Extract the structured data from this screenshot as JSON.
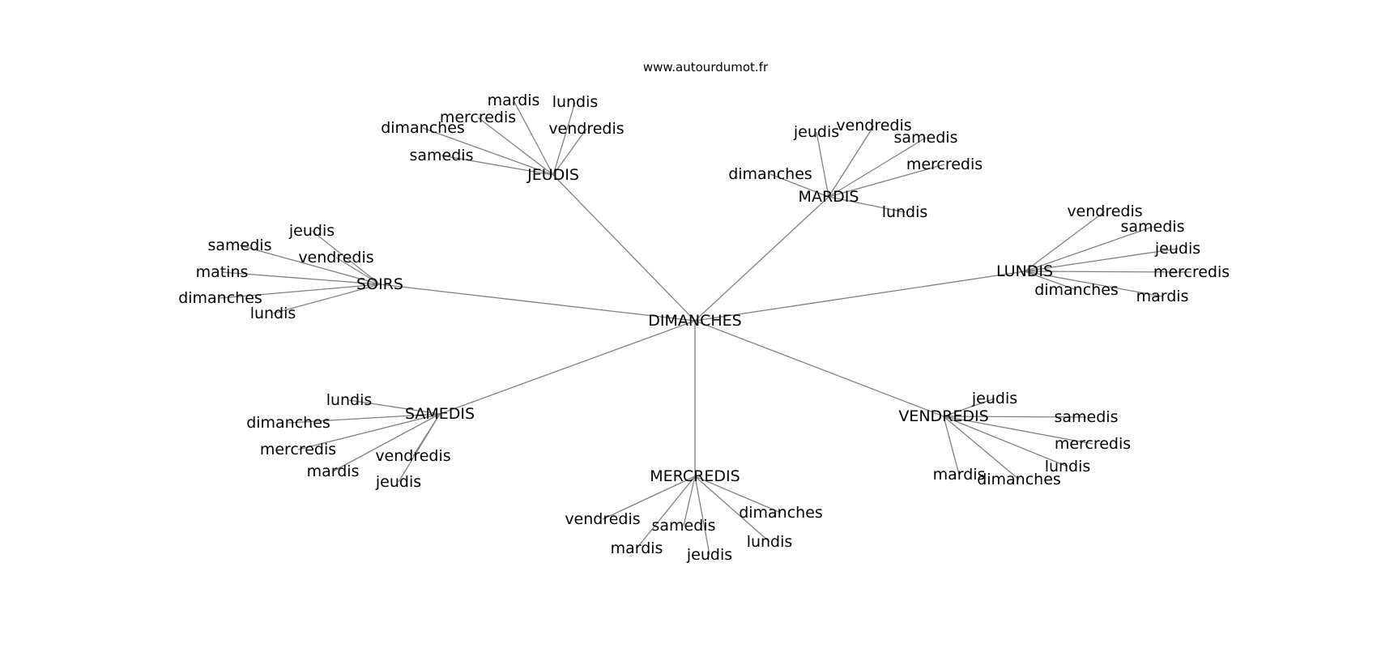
{
  "header": {
    "credit": "www.autourdumot.fr"
  },
  "graph": {
    "center": "DIMANCHES",
    "clusters": [
      {
        "id": "jeudis",
        "label": "JEUDIS",
        "leaves": [
          "samedis",
          "dimanches",
          "mercredis",
          "mardis",
          "lundis",
          "vendredis"
        ]
      },
      {
        "id": "mardis",
        "label": "MARDIS",
        "leaves": [
          "dimanches",
          "jeudis",
          "vendredis",
          "samedis",
          "mercredis",
          "lundis"
        ]
      },
      {
        "id": "soirs",
        "label": "SOIRS",
        "leaves": [
          "jeudis",
          "samedis",
          "vendredis",
          "matins",
          "dimanches",
          "lundis"
        ]
      },
      {
        "id": "lundis",
        "label": "LUNDIS",
        "leaves": [
          "vendredis",
          "samedis",
          "jeudis",
          "mercredis",
          "dimanches",
          "mardis"
        ]
      },
      {
        "id": "samedis",
        "label": "SAMEDIS",
        "leaves": [
          "lundis",
          "dimanches",
          "mercredis",
          "mardis",
          "vendredis",
          "jeudis"
        ]
      },
      {
        "id": "vendredis",
        "label": "VENDREDIS",
        "leaves": [
          "jeudis",
          "samedis",
          "mercredis",
          "lundis",
          "dimanches",
          "mardis"
        ]
      },
      {
        "id": "mercredis",
        "label": "MERCREDIS",
        "leaves": [
          "vendredis",
          "samedis",
          "mardis",
          "jeudis",
          "lundis",
          "dimanches"
        ]
      }
    ]
  }
}
